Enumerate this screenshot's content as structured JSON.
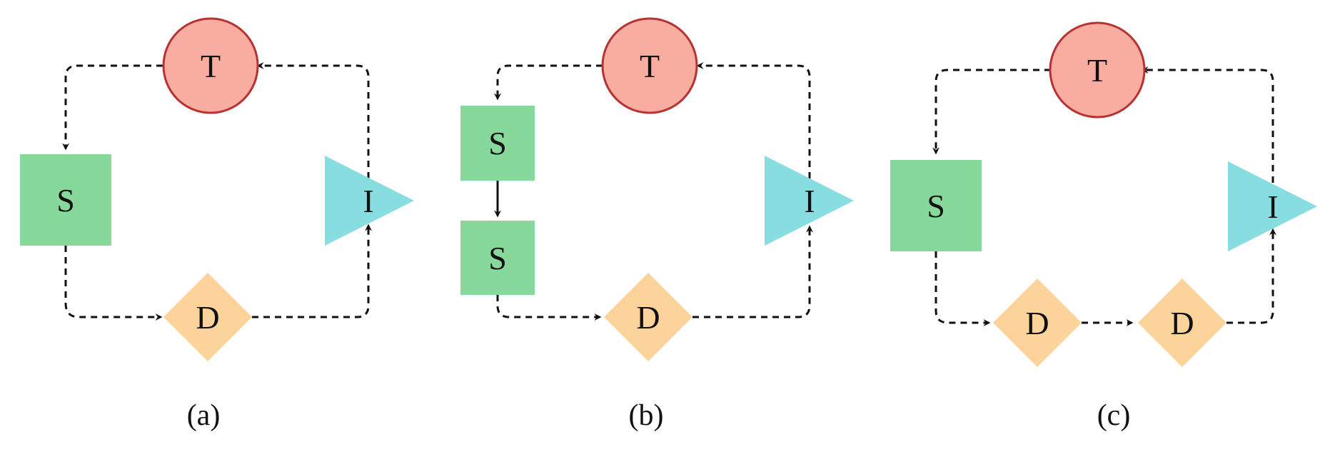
{
  "node_labels": {
    "t": "T",
    "s": "S",
    "d": "D",
    "i": "I"
  },
  "captions": {
    "a": "(a)",
    "b": "(b)",
    "c": "(c)"
  },
  "colors": {
    "t_fill": "#F9ADA0",
    "t_stroke": "#B83232",
    "s_fill": "#86D99A",
    "d_fill": "#FDD39C",
    "i_fill": "#88DDE0",
    "edge": "#111111"
  },
  "edge_styles": {
    "default": "dashed",
    "between_stacked_s": "solid"
  }
}
